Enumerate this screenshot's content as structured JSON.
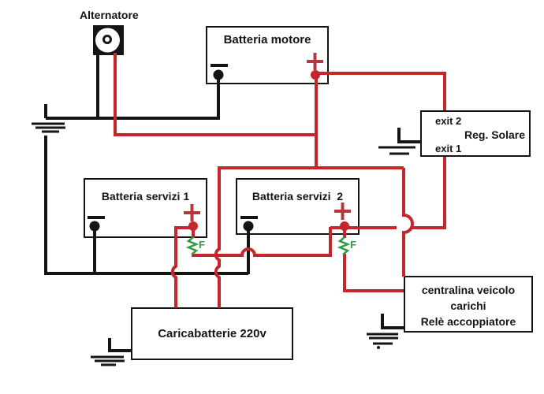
{
  "colors": {
    "positive": "#c5262b",
    "negative": "#151515",
    "fuse": "#2e9e4a",
    "plus_sign": "#b5383d"
  },
  "labels": {
    "alternator": "Alternatore",
    "engine_battery": "Batteria motore",
    "service_battery_1": "Batteria servizi 1",
    "service_battery_2": "Batteria servizi  2",
    "charger": "Caricabatterie 220v",
    "regulator": {
      "exit2": "exit 2",
      "name": "Reg. Solare",
      "exit1": "exit 1"
    },
    "control_unit": {
      "line1": "centralina veicolo",
      "line2": "carichi",
      "line3": "Relè accoppiatore"
    },
    "fuse": "F"
  }
}
